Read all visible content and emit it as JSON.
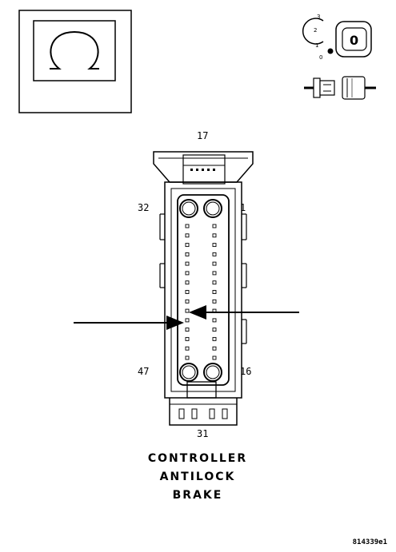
{
  "meter_icon": {
    "symbol": "ohm-icon"
  },
  "ignition_icon": {
    "positions": [
      "3",
      "2",
      "1",
      "0"
    ],
    "key_label": "0",
    "active_position": "0"
  },
  "connector": {
    "pin_labels": {
      "top": "17",
      "top_left": "32",
      "top_right": "1",
      "bottom_left": "47",
      "bottom_right": "16",
      "bottom": "31"
    },
    "pin_columns": 2,
    "pins_per_column": 15
  },
  "caption": {
    "line1": "CONTROLLER",
    "line2": "ANTILOCK",
    "line3": "BRAKE"
  },
  "part_number": "814339e1"
}
